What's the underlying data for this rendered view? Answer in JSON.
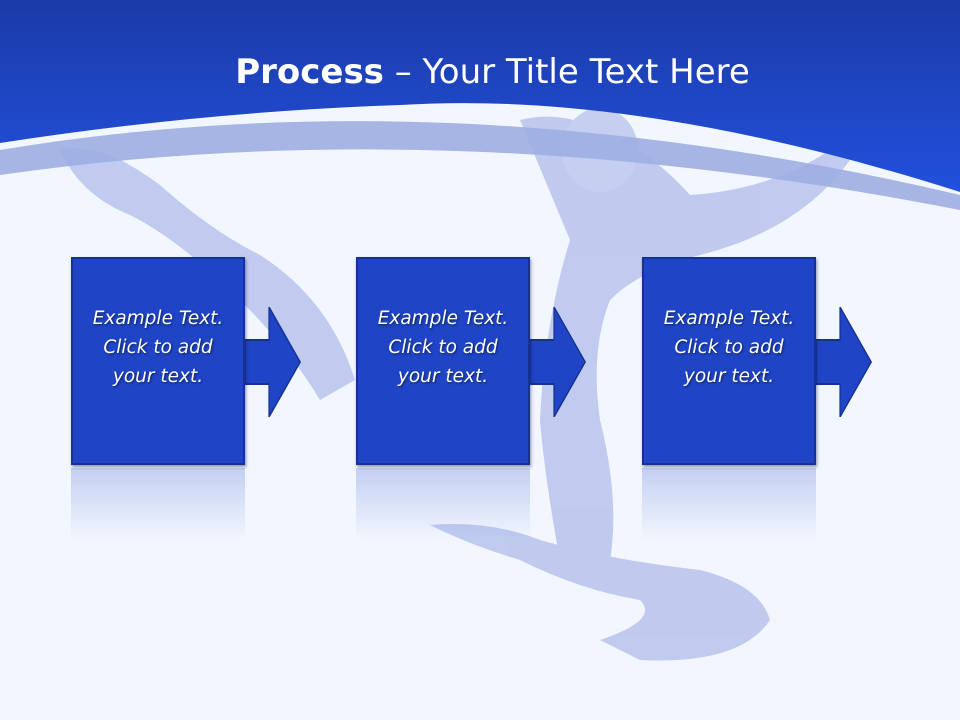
{
  "slide": {
    "title_bold": "Process",
    "title_rest": " – Your Title Text Here"
  },
  "steps": [
    {
      "text": "Example Text.\nClick  to add\nyour text."
    },
    {
      "text": "Example Text.\nClick  to add\nyour text."
    },
    {
      "text": "Example Text.\nClick  to add\nyour text."
    }
  ],
  "colors": {
    "header": "#1d44c8",
    "box": "#1f45c6",
    "box_border": "#16318f",
    "background": "#f2f6fe"
  },
  "icons": [
    "right-arrow-icon",
    "dancer-background-image"
  ]
}
